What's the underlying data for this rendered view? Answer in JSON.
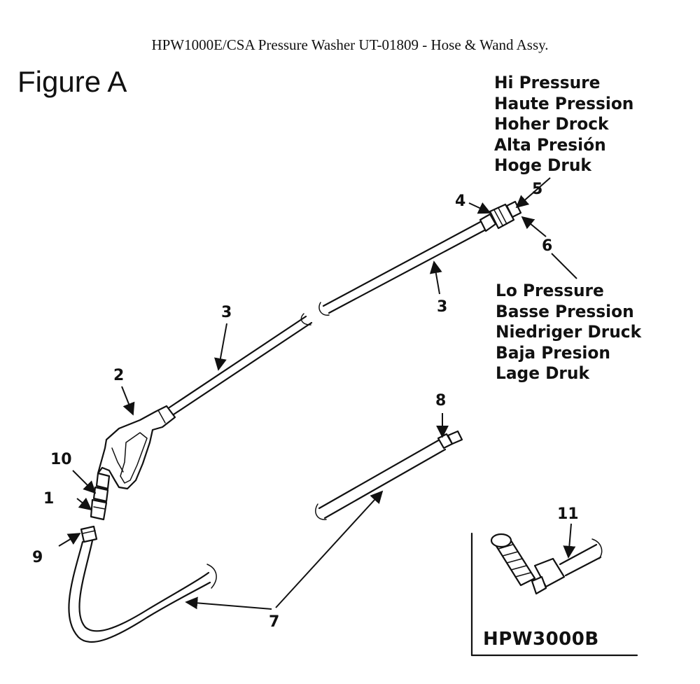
{
  "title": "HPW1000E/CSA Pressure Washer UT-01809 - Hose & Wand Assy.",
  "figure_label": "Figure A",
  "hi_pressure": [
    "Hi Pressure",
    "Haute Pression",
    "Hoher Drock",
    "Alta Presión",
    "Hoge Druk"
  ],
  "lo_pressure": [
    "Lo Pressure",
    "Basse Pression",
    "Niedriger  Druck",
    "Baja Presion",
    "Lage Druk"
  ],
  "callouts": {
    "c1": "1",
    "c2": "2",
    "c3a": "3",
    "c3b": "3",
    "c4": "4",
    "c5": "5",
    "c6": "6",
    "c7": "7",
    "c8": "8",
    "c9": "9",
    "c10": "10",
    "c11": "11"
  },
  "inset_model": "HPW3000B"
}
